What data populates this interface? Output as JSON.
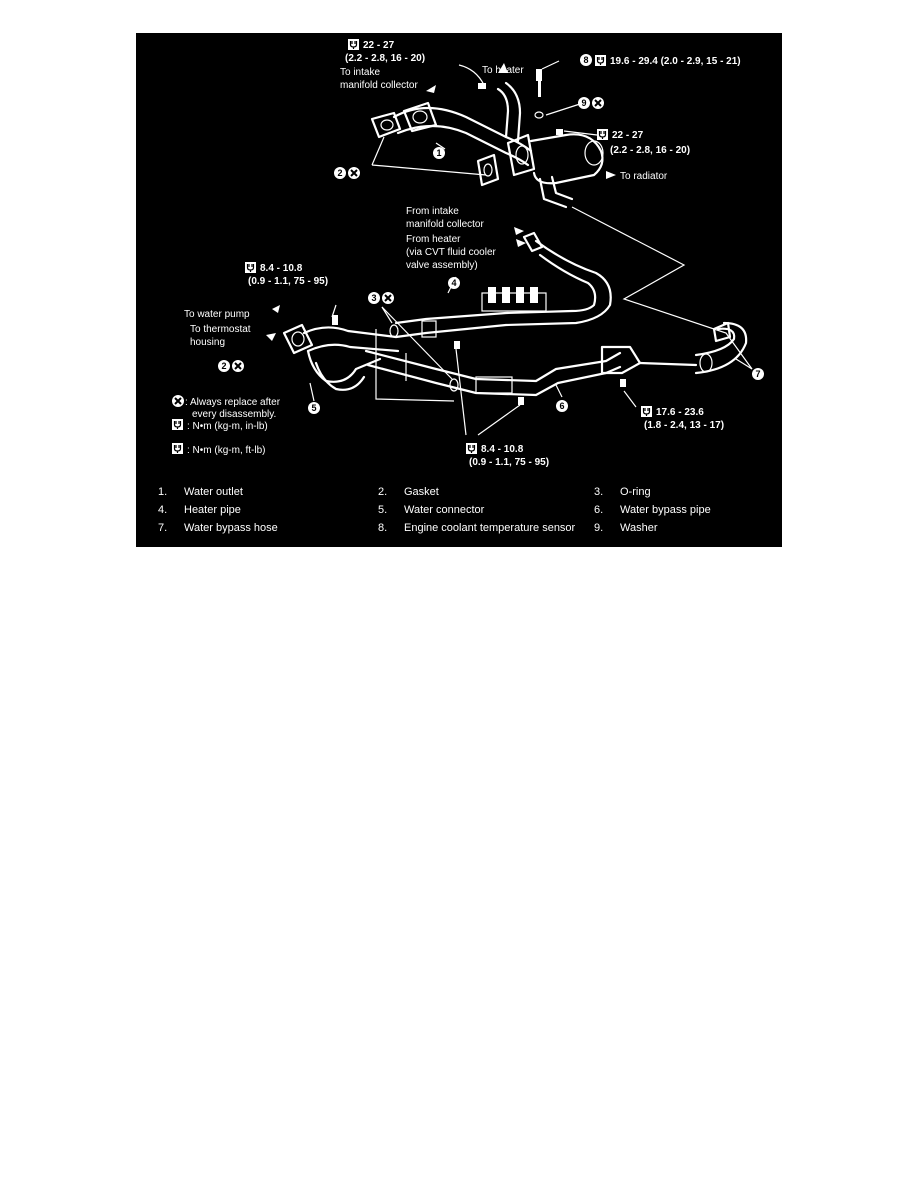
{
  "torque": {
    "t1": {
      "value": "22 - 27",
      "detail": "(2.2 - 2.8, 16 - 20)"
    },
    "t2": {
      "value": "19.6 - 29.4 (2.0 - 2.9, 15 - 21)"
    },
    "t3": {
      "value": "22 - 27",
      "detail": "(2.2 - 2.8, 16 - 20)"
    },
    "t4": {
      "value": "8.4 - 10.8",
      "detail": "(0.9 - 1.1, 75 - 95)"
    },
    "t5": {
      "value": "8.4 - 10.8",
      "detail": "(0.9 - 1.1, 75 - 95)"
    },
    "t6": {
      "value": "17.6 - 23.6",
      "detail": "(1.8 - 2.4, 13 - 17)"
    }
  },
  "labels": {
    "to_intake_1": "To intake",
    "to_intake_2": "manifold collector",
    "to_heater": "To heater",
    "to_radiator": "To radiator",
    "from_intake_1": "From intake",
    "from_intake_2": "manifold collector",
    "from_heater_1": "From heater",
    "from_heater_2": "(via CVT fluid cooler",
    "from_heater_3": "valve assembly)",
    "to_water_pump": "To water pump",
    "to_thermostat_1": "To thermostat",
    "to_thermostat_2": "housing"
  },
  "callouts": {
    "c1": "1",
    "c2": "2",
    "c2b": "2",
    "c3": "3",
    "c4": "4",
    "c5": "5",
    "c6": "6",
    "c7": "7",
    "c8": "8",
    "c9": "9"
  },
  "key": {
    "replace": ": Always replace after",
    "replace2": "every disassembly.",
    "nm_in": ": N•m (kg-m, in-lb)",
    "nm_ft": ": N•m (kg-m, ft-lb)"
  },
  "legend": [
    [
      {
        "n": "1.",
        "t": "Water outlet"
      },
      {
        "n": "2.",
        "t": "Gasket"
      },
      {
        "n": "3.",
        "t": "O-ring"
      }
    ],
    [
      {
        "n": "4.",
        "t": "Heater pipe"
      },
      {
        "n": "5.",
        "t": "Water connector"
      },
      {
        "n": "6.",
        "t": "Water bypass pipe"
      }
    ],
    [
      {
        "n": "7.",
        "t": "Water bypass hose"
      },
      {
        "n": "8.",
        "t": "Engine coolant temperature sensor"
      },
      {
        "n": "9.",
        "t": "Washer"
      }
    ]
  ],
  "colors": {
    "background": "#000000",
    "line": "#ffffff"
  }
}
